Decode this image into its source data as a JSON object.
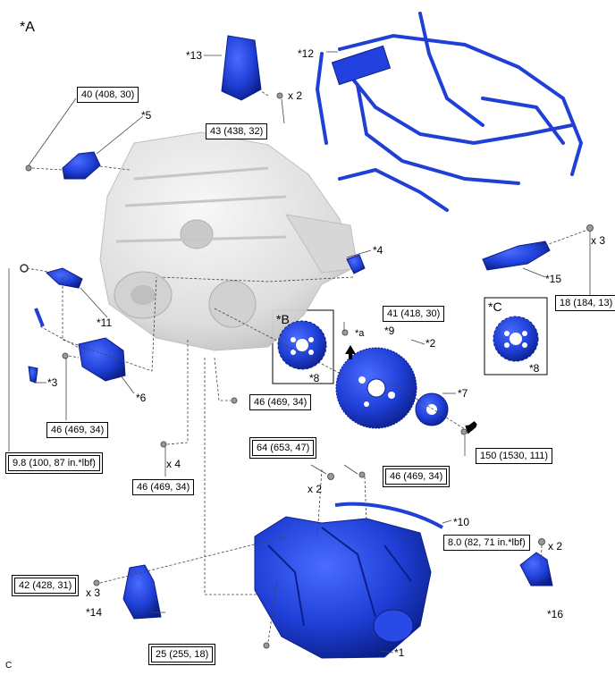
{
  "view_label": "*A",
  "corner_code": "C",
  "inset_b": {
    "title": "*B",
    "part": "*8"
  },
  "inset_c": {
    "title": "*C",
    "part": "*8"
  },
  "parts": {
    "p1": "*1",
    "p2": "*2",
    "p3": "*3",
    "p4": "*4",
    "p5": "*5",
    "p6": "*6",
    "p7": "*7",
    "p9": "*9",
    "p10": "*10",
    "p11": "*11",
    "p12": "*12",
    "p13": "*13",
    "p14": "*14",
    "p15": "*15",
    "p16": "*16",
    "pa": "*a"
  },
  "torques": {
    "t_40_408_30": "40 (408, 30)",
    "t_43_438_32": "43 (438, 32)",
    "t_18_184_13": "18 (184, 13)",
    "t_41_418_30": "41 (418, 30)",
    "t_46_left": "46 (469, 34)",
    "t_46_mid": "46 (469, 34)",
    "t_46_lower": "46 (469, 34)",
    "t_46_right": "46 (469, 34)",
    "t_150": "150 (1530, 111)",
    "t_64": "64 (653, 47)",
    "t_98": "9.8 (100, 87 in.*lbf)",
    "t_80": "8.0 (82, 71 in.*lbf)",
    "t_42": "42 (428, 31)",
    "t_25": "25 (255, 18)"
  },
  "quantities": {
    "q13": "x 2",
    "q15": "x 3",
    "q_lower46": "x 4",
    "q64": "x 2",
    "q16": "x 2",
    "q14": "x 3"
  },
  "colors": {
    "part_blue": "#1f3fd6",
    "part_dark": "#0b1f8a",
    "engine_gray": "#e2e2e2",
    "line": "#555555"
  }
}
